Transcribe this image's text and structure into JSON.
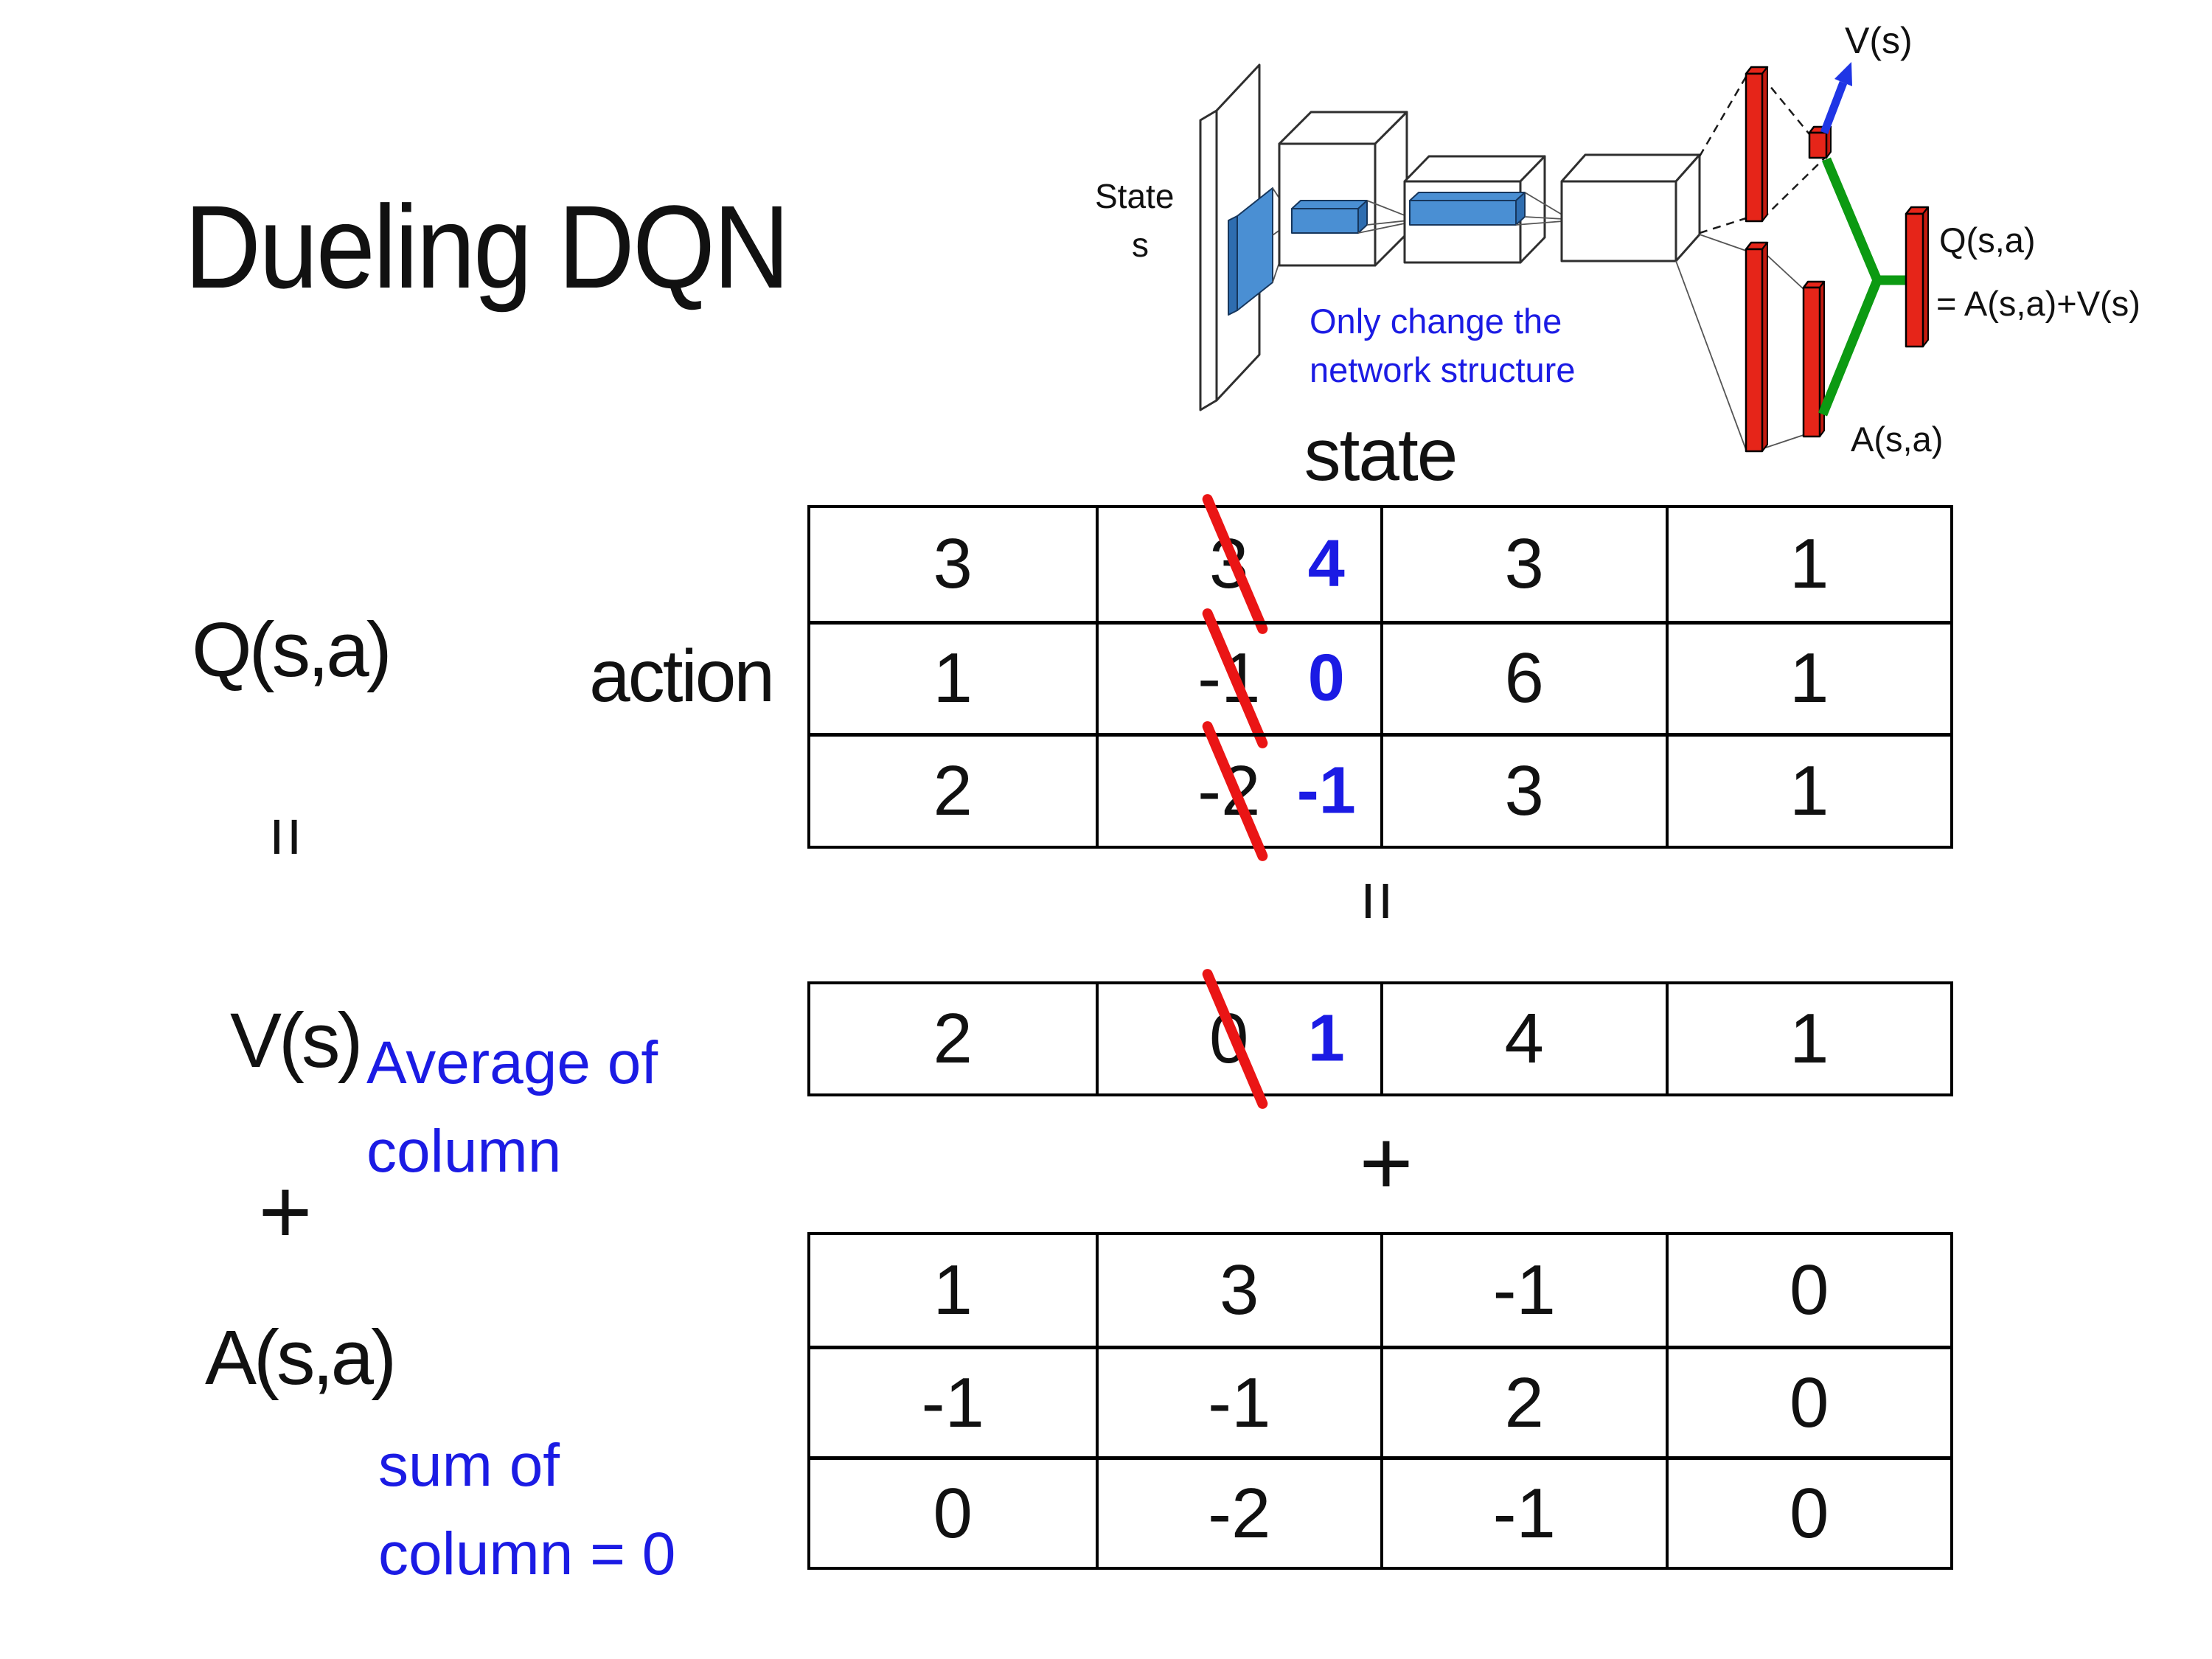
{
  "title": "Dueling DQN",
  "colors": {
    "accent_blue": "#1b1be4",
    "slash_red": "#ea1515",
    "bar_red": "#e62519",
    "bar_red_dark": "#c21a10",
    "wire_green": "#0c9a12",
    "arrow_blue": "#1f35e5",
    "slab_blue": "#4a8fd3",
    "slab_blue_dark": "#2e6db0",
    "ink": "#111111"
  },
  "diagram": {
    "state_line1": "State",
    "state_line2": "s",
    "note_line1": "Only change the",
    "note_line2": "network structure",
    "v_output_label": "V(s)",
    "q_output_line1": "Q(s,a)",
    "q_output_line2": "= A(s,a)+V(s)",
    "a_output_label": "A(s,a)"
  },
  "equation": {
    "q_label": "Q(s,a)",
    "action_label": "action",
    "state_header": "state",
    "equals_left": "=",
    "equals_center": "=",
    "v_label": "V(s)",
    "plus_left": "+",
    "plus_center": "+",
    "a_label": "A(s,a)",
    "average_note_line1": "Average of",
    "average_note_line2": "column",
    "sum_note_line1": "sum of",
    "sum_note_line2": "column = 0"
  },
  "q_matrix": {
    "rows": [
      [
        {
          "value": "3"
        },
        {
          "old": "3",
          "new": "4"
        },
        {
          "value": "3"
        },
        {
          "value": "1"
        }
      ],
      [
        {
          "value": "1"
        },
        {
          "old": "-1",
          "new": "0"
        },
        {
          "value": "6"
        },
        {
          "value": "1"
        }
      ],
      [
        {
          "value": "2"
        },
        {
          "old": "-2",
          "new": "-1"
        },
        {
          "value": "3"
        },
        {
          "value": "1"
        }
      ]
    ]
  },
  "v_matrix": {
    "rows": [
      [
        {
          "value": "2"
        },
        {
          "old": "0",
          "new": "1"
        },
        {
          "value": "4"
        },
        {
          "value": "1"
        }
      ]
    ]
  },
  "a_matrix": {
    "rows": [
      [
        {
          "value": "1"
        },
        {
          "value": "3"
        },
        {
          "value": "-1"
        },
        {
          "value": "0"
        }
      ],
      [
        {
          "value": "-1"
        },
        {
          "value": "-1"
        },
        {
          "value": "2"
        },
        {
          "value": "0"
        }
      ],
      [
        {
          "value": "0"
        },
        {
          "value": "-2"
        },
        {
          "value": "-1"
        },
        {
          "value": "0"
        }
      ]
    ]
  }
}
